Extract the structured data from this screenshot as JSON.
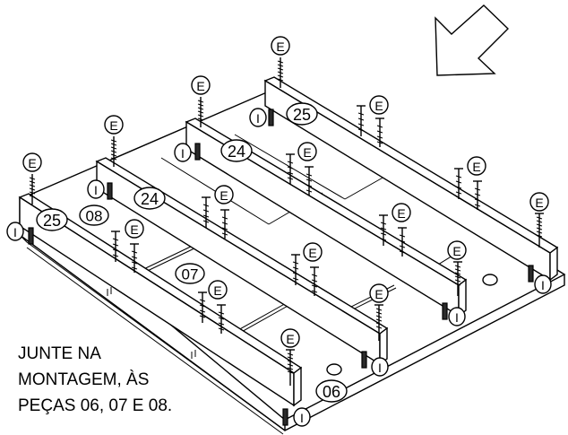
{
  "note": {
    "line1": "JUNTE NA",
    "line2": "MONTAGEM, ÀS",
    "line3": "PEÇAS 06, 07 E 08."
  },
  "part_labels": {
    "p25": "25",
    "p24": "24",
    "p08": "08",
    "p07": "07",
    "p06": "06"
  },
  "fastener_labels": {
    "screw": "E",
    "dowel": "I"
  },
  "icons": {
    "direction": "arrow-icon"
  }
}
